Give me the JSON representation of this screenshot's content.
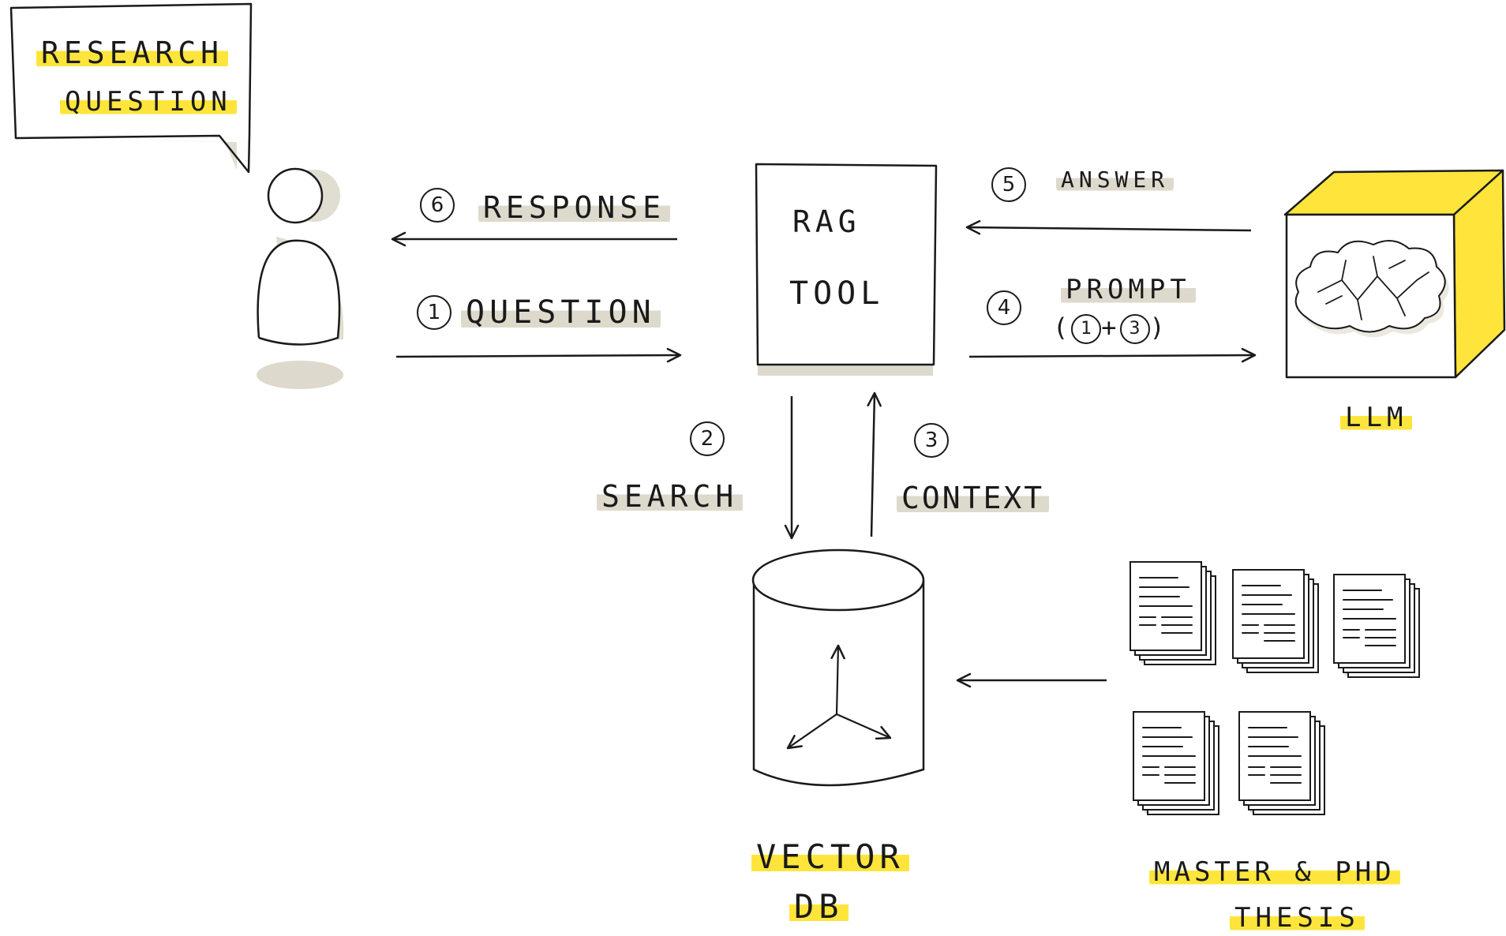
{
  "speech": {
    "line1": "RESEARCH",
    "line2": "QUESTION"
  },
  "rag_tool": {
    "line1": "RAG",
    "line2": "TOOL"
  },
  "llm": {
    "label": "LLM"
  },
  "vector_db": {
    "line1": "VECTOR",
    "line2": "DB"
  },
  "theses": {
    "line1": "MASTER & PHD",
    "line2": "THESIS"
  },
  "steps": {
    "s1": {
      "num": "1",
      "label": "QUESTION"
    },
    "s2": {
      "num": "2",
      "label": "SEARCH"
    },
    "s3": {
      "num": "3",
      "label": "CONTEXT"
    },
    "s4": {
      "num": "4",
      "label": "PROMPT",
      "sub_open": "(",
      "sub_a": "1",
      "sub_plus": "+",
      "sub_b": "3",
      "sub_close": ")"
    },
    "s5": {
      "num": "5",
      "label": "ANSWER"
    },
    "s6": {
      "num": "6",
      "label": "RESPONSE"
    }
  },
  "colors": {
    "yellow": "#ffe53b",
    "shadow": "#ddd9cc",
    "ink": "#1a1a1a"
  }
}
